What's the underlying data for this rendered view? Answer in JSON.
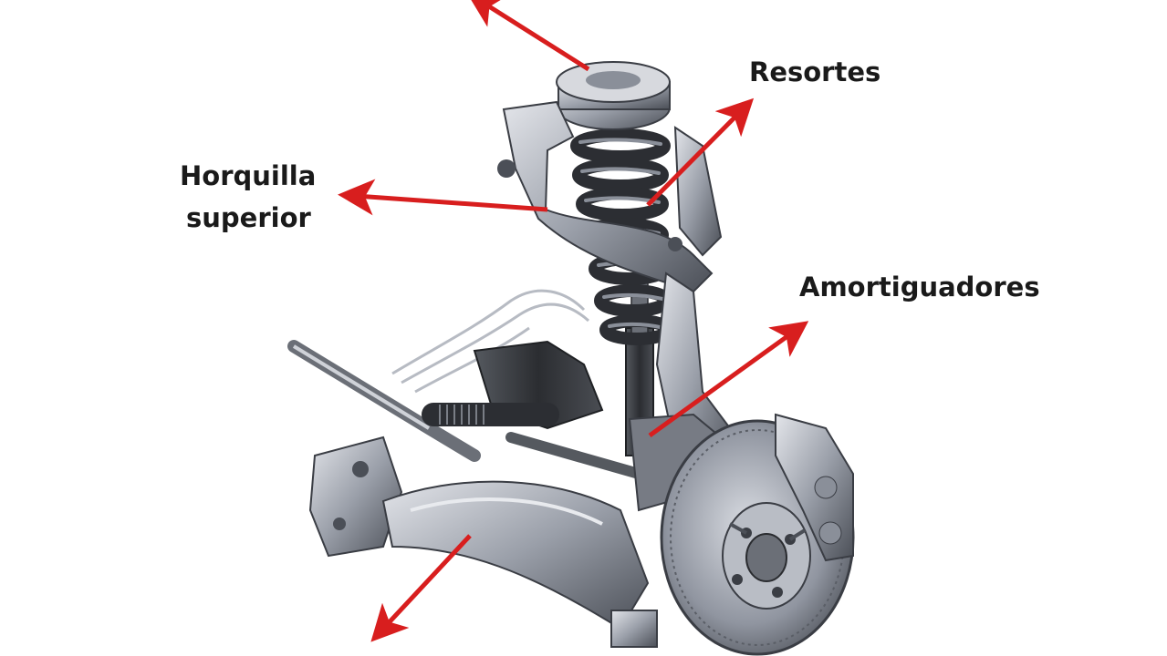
{
  "labels": {
    "resortes": "Resortes",
    "horquilla_superior": [
      "Horquilla",
      "superior"
    ],
    "amortiguadores": "Amortiguadores"
  },
  "colors": {
    "arrow": "#d81e1e",
    "metal_dark": "#3a3d44",
    "metal_mid": "#8a8f99",
    "metal_light": "#c9ccd2",
    "label_text": "#1a1a1a"
  }
}
